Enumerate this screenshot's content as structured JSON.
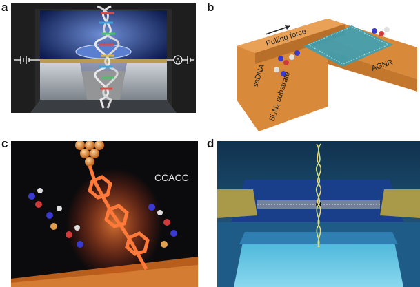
{
  "panels": {
    "a": {
      "label": "a"
    },
    "b": {
      "label": "b",
      "pulling_force": "Pulling force",
      "ssdna": "ssDNA",
      "agnr": "AGNR",
      "substrate": "Si₃N₄ substrate"
    },
    "c": {
      "label": "c",
      "sequence": "CCACC"
    },
    "d": {
      "label": "d"
    }
  },
  "colors": {
    "slab_orange": "#d9893a",
    "panel_c_bg": "#0b0b0d",
    "panel_d_bg": "#1b4e72",
    "panel_a_bg": "#1c1c1c"
  }
}
